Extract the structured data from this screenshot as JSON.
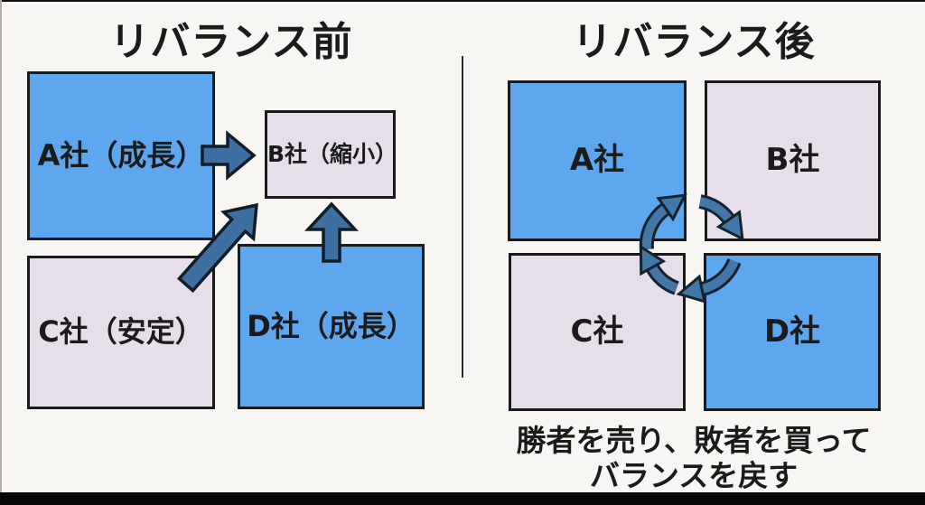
{
  "panels": {
    "before": {
      "title": "リバランス前",
      "boxes": {
        "a": "A社（成長）",
        "b": "B社（縮小）",
        "c": "C社（安定）",
        "d": "D社（成長）"
      }
    },
    "after": {
      "title": "リバランス後",
      "boxes": {
        "a": "A社",
        "b": "B社",
        "c": "C社",
        "d": "D社"
      },
      "caption_line1": "勝者を売り、敗者を買って",
      "caption_line2": "バランスを戻す"
    }
  },
  "icons": {
    "arrow_a_to_b": "right-arrow",
    "arrow_c_to_b": "up-right-arrow",
    "arrow_d_to_b": "up-arrow",
    "cycle": "clockwise-cycle-arrows"
  },
  "colors": {
    "background": "#f8f6f2",
    "growth_blue": "#5ea7ef",
    "neutral_lavender": "#e6dfea",
    "box_border": "#1a1a1a",
    "arrow_blue": "#3d70a0",
    "cycle_arrow_blue": "#4377a8",
    "arrow_outline": "#16222e",
    "text": "#1b1b1b"
  }
}
